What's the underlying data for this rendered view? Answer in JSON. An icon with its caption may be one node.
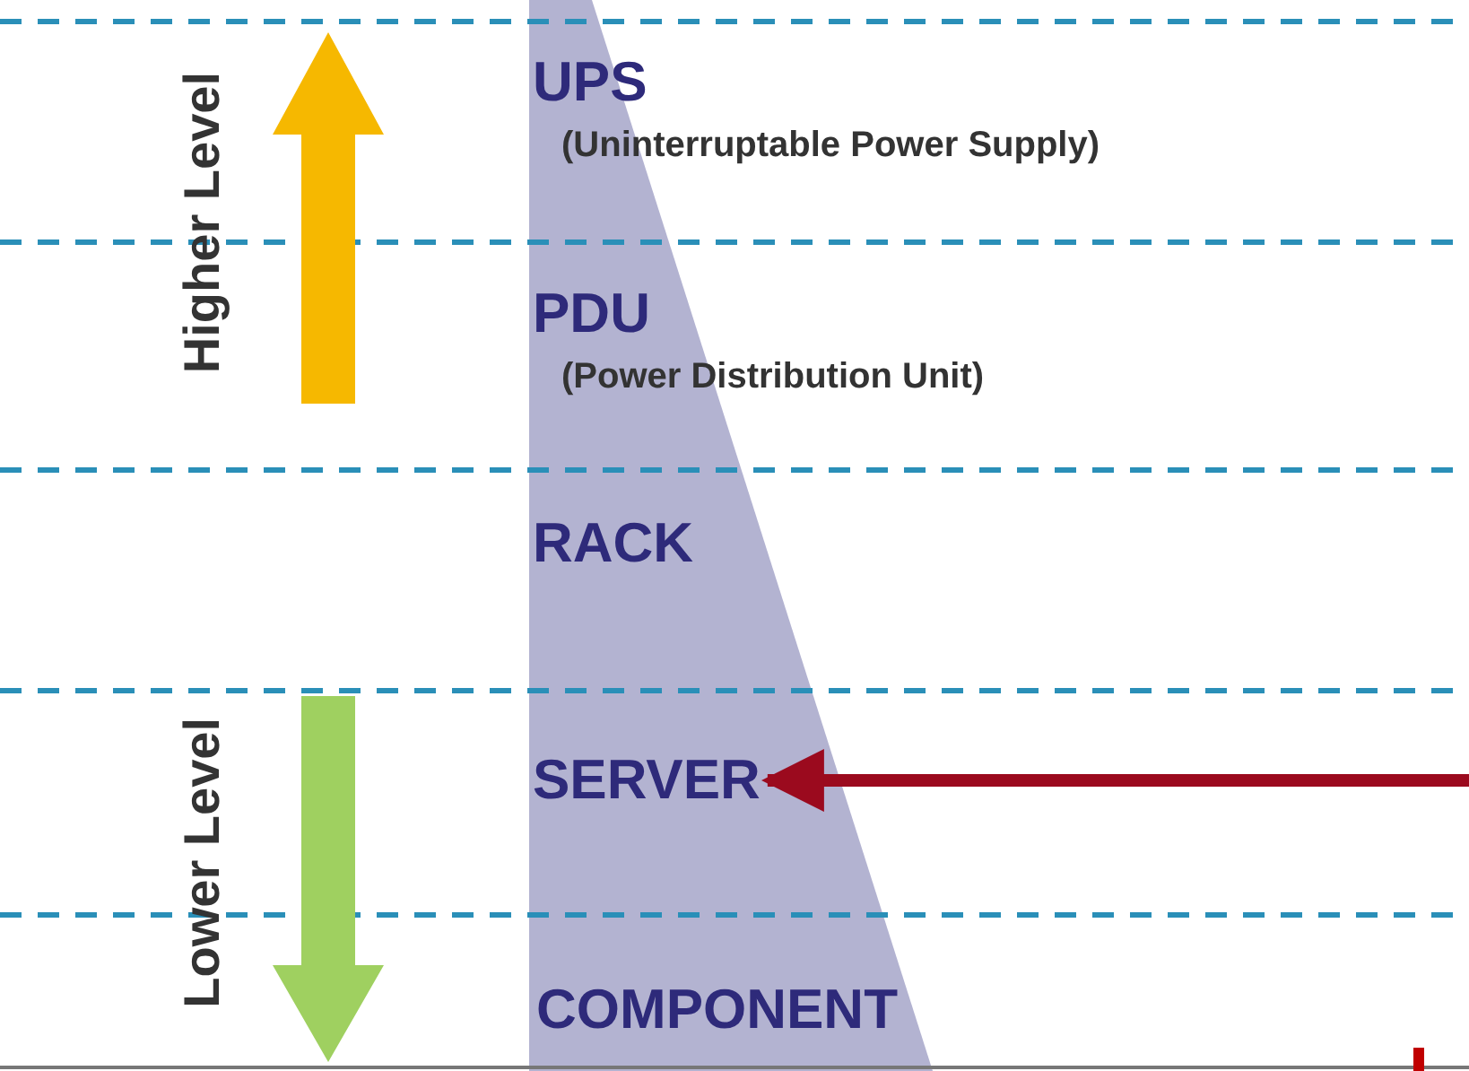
{
  "diagram": {
    "nodes": [
      {
        "text": [
          "UPS",
          "(Uninterruptable Power Supply)"
        ]
      },
      {
        "text": [
          "PDU",
          "(Power Distribution Unit)"
        ]
      },
      {
        "text": [
          "RACK"
        ]
      },
      {
        "text": [
          "SERVER"
        ]
      },
      {
        "text": [
          "COMPONENT"
        ]
      }
    ],
    "edges": [
      {
        "from": null,
        "to": 3,
        "arrow": "to",
        "color": "#9b0a1e"
      }
    ],
    "labels": [
      "Higher Level",
      "Lower Level"
    ]
  }
}
